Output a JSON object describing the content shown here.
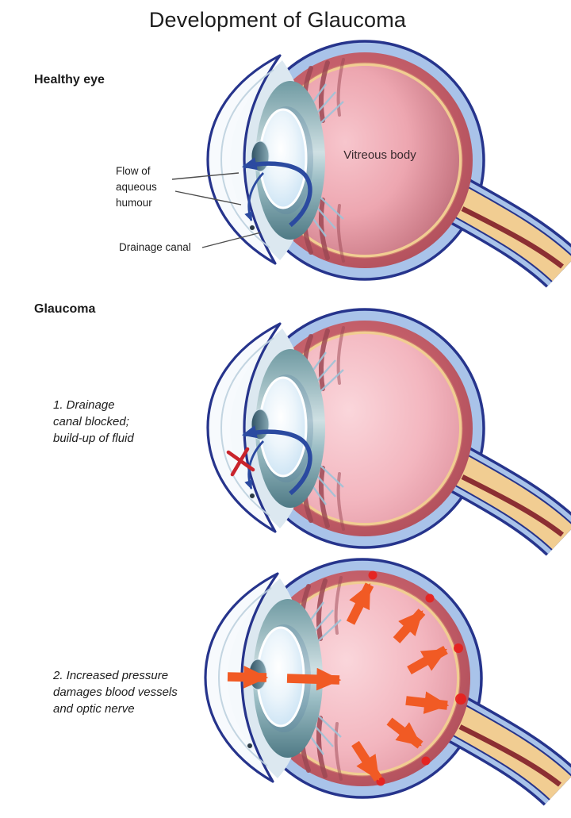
{
  "title": "Development of Glaucoma",
  "healthy_section": {
    "heading": "Healthy eye",
    "flow_label": "Flow of\naqueous\nhumour",
    "drainage_label": "Drainage canal",
    "vitreous_label": "Vitreous body"
  },
  "glaucoma_section": {
    "heading": "Glaucoma",
    "stage1_caption": "1. Drainage\ncanal blocked;\nbuild-up of fluid",
    "stage2_caption": "2. Increased pressure\ndamages blood vessels\nand optic nerve"
  },
  "colors": {
    "text-dark": "#1c1c1c",
    "outline-navy": "#26348C",
    "sclera-blue": "#A9C3E9",
    "choroid-red": "#C4606B",
    "retina-tan": "#F1CD92",
    "vitreous-pink": "#EFA9B4",
    "lens-blue": "#CFE6F6",
    "iris-teal": "#4F7A85",
    "nerve-stripe-maroon": "#8C2F33",
    "flow-arrow-blue": "#2B4AA0",
    "pressure-arrow-orange": "#F15A24",
    "blocked-x-red": "#C9242C",
    "vessel-dot-red": "#E8211D",
    "pointer-line-gray": "#4D4D4D"
  }
}
